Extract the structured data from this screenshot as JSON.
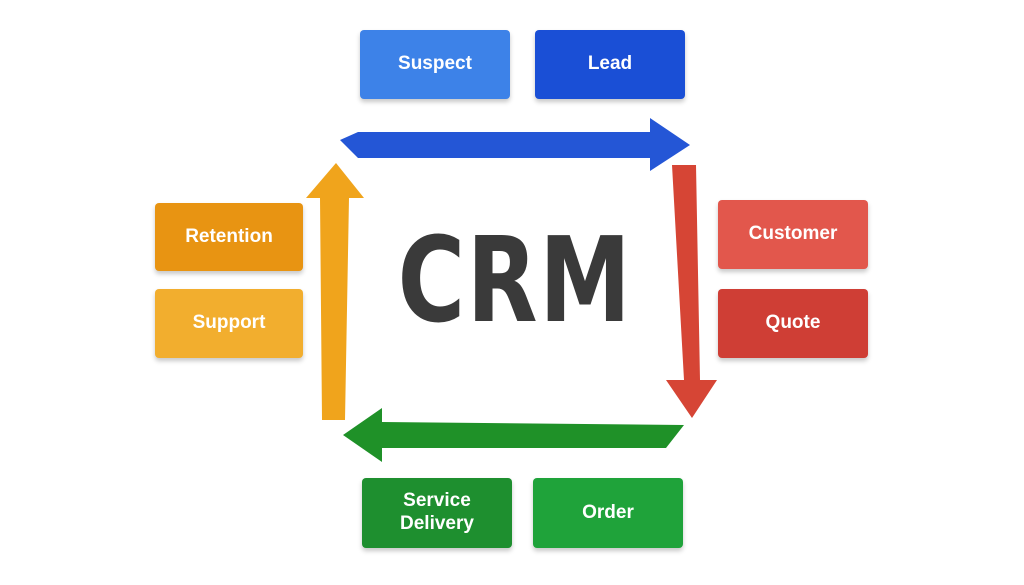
{
  "center": {
    "title": "CRM"
  },
  "stages": {
    "suspect": {
      "label": "Suspect",
      "color": "#3d82e8"
    },
    "lead": {
      "label": "Lead",
      "color": "#1a4fd6"
    },
    "customer": {
      "label": "Customer",
      "color": "#e2574c"
    },
    "quote": {
      "label": "Quote",
      "color": "#cf3e35"
    },
    "service_delivery": {
      "label": "Service\nDelivery",
      "color": "#1e8f2f"
    },
    "order": {
      "label": "Order",
      "color": "#1fa33a"
    },
    "retention": {
      "label": "Retention",
      "color": "#e89412"
    },
    "support": {
      "label": "Support",
      "color": "#f2ae2e"
    }
  },
  "arrows": {
    "top": {
      "color": "#2456d6",
      "direction": "right"
    },
    "right": {
      "color": "#d64535",
      "direction": "down"
    },
    "bottom": {
      "color": "#1f9128",
      "direction": "left"
    },
    "left": {
      "color": "#f0a41c",
      "direction": "up"
    }
  }
}
